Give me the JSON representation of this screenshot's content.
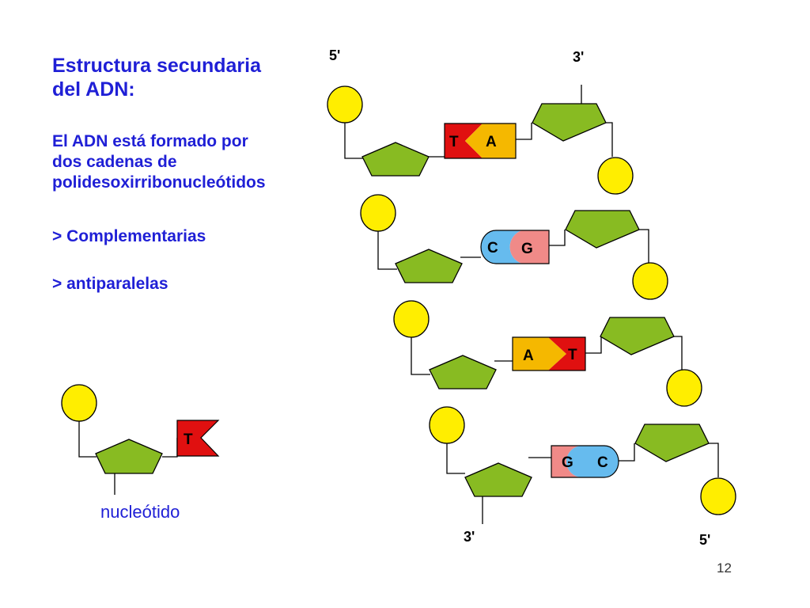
{
  "slide": {
    "title": "Estructura secundaria\ndel ADN:",
    "body": "El ADN está formado por\ndos cadenas de\npolidesoxirribonucleótidos",
    "point_1": "> Complementarias",
    "point_2": "> antiparalelas",
    "nucleotide_label": "nucleótido",
    "page_number": "12"
  },
  "diagram": {
    "end_labels": {
      "left_top": "5'",
      "right_top": "3'",
      "left_bottom": "3'",
      "right_bottom": "5'"
    },
    "base_pairs": [
      {
        "left": "T",
        "right": "A"
      },
      {
        "left": "C",
        "right": "G"
      },
      {
        "left": "A",
        "right": "T"
      },
      {
        "left": "G",
        "right": "C"
      }
    ],
    "example_base": "T"
  },
  "colors": {
    "text": "#1f1fd6",
    "phosphate": "#ffee00",
    "sugar": "#88bb22",
    "thymine": "#e01010",
    "adenine": "#f5b800",
    "cytosine": "#66bbee",
    "guanine": "#f08a88"
  }
}
